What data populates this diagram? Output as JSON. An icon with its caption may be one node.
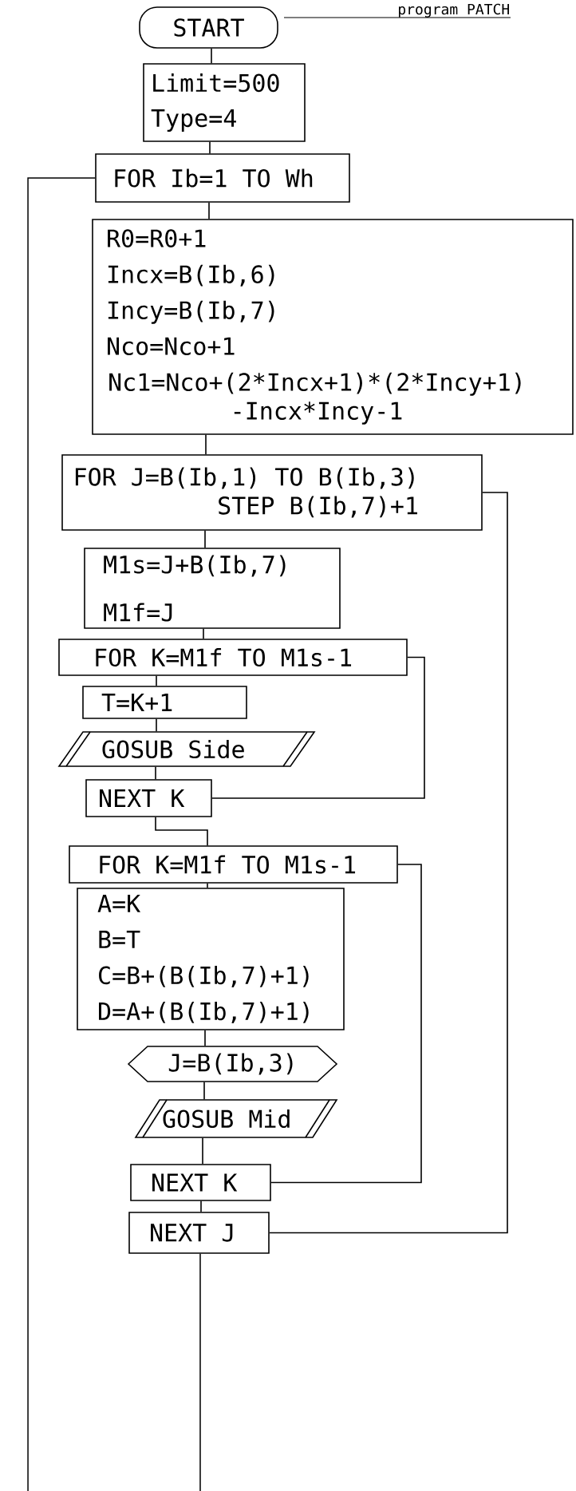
{
  "diagram": {
    "title": "program PATCH",
    "nodes": [
      {
        "text": [
          "START"
        ]
      },
      {
        "text": [
          "Limit=500",
          "Type=4"
        ]
      },
      {
        "text": [
          "FOR Ib=1 TO Wh"
        ]
      },
      {
        "text": [
          "R0=R0+1",
          "Incx=B(Ib,6)",
          "Incy=B(Ib,7)",
          "Nco=Nco+1",
          "Nc1=Nco+(2*Incx+1)*(2*Incy+1) -Incx*Incy-1"
        ]
      },
      {
        "text": [
          "FOR J=B(Ib,1) TO B(Ib,3) STEP B(Ib,7)+1"
        ]
      },
      {
        "text": [
          "M1s=J+B(Ib,7)",
          "M1f=J"
        ]
      },
      {
        "text": [
          "FOR K=M1f TO M1s-1"
        ]
      },
      {
        "text": [
          "T=K+1"
        ]
      },
      {
        "text": [
          "GOSUB Side"
        ]
      },
      {
        "text": [
          "NEXT K"
        ]
      },
      {
        "text": [
          "FOR K=M1f TO M1s-1"
        ]
      },
      {
        "text": [
          "A=K",
          "B=T",
          "C=B+(B(Ib,7)+1)",
          "D=A+(B(Ib,7)+1)"
        ]
      },
      {
        "text": [
          "J=B(Ib,3)"
        ]
      },
      {
        "text": [
          "GOSUB Mid"
        ]
      },
      {
        "text": [
          "NEXT K"
        ]
      },
      {
        "text": [
          "NEXT J"
        ]
      }
    ],
    "edges": [
      {
        "from": 0,
        "to": 1,
        "arrow": "none"
      },
      {
        "from": 1,
        "to": 2,
        "arrow": "none"
      },
      {
        "from": 2,
        "to": 3,
        "arrow": "none"
      },
      {
        "from": 3,
        "to": 4,
        "arrow": "none"
      },
      {
        "from": 4,
        "to": 5,
        "arrow": "none"
      },
      {
        "from": 5,
        "to": 6,
        "arrow": "none"
      },
      {
        "from": 6,
        "to": 7,
        "arrow": "none"
      },
      {
        "from": 7,
        "to": 8,
        "arrow": "none"
      },
      {
        "from": 8,
        "to": 9,
        "arrow": "none"
      },
      {
        "from": 9,
        "to": 10,
        "arrow": "none"
      },
      {
        "from": 10,
        "to": 11,
        "arrow": "none"
      },
      {
        "from": 11,
        "to": 12,
        "arrow": "none"
      },
      {
        "from": 12,
        "to": 13,
        "arrow": "none"
      },
      {
        "from": 13,
        "to": 14,
        "arrow": "none"
      },
      {
        "from": 14,
        "to": 15,
        "arrow": "none"
      },
      {
        "from": 9,
        "to": 6,
        "arrow": "none"
      },
      {
        "from": 14,
        "to": 10,
        "arrow": "none"
      },
      {
        "from": 15,
        "to": 4,
        "arrow": "none"
      },
      {
        "from": 2,
        "to": null,
        "arrow": "none"
      },
      {
        "from": 15,
        "to": null,
        "arrow": "none"
      }
    ]
  }
}
